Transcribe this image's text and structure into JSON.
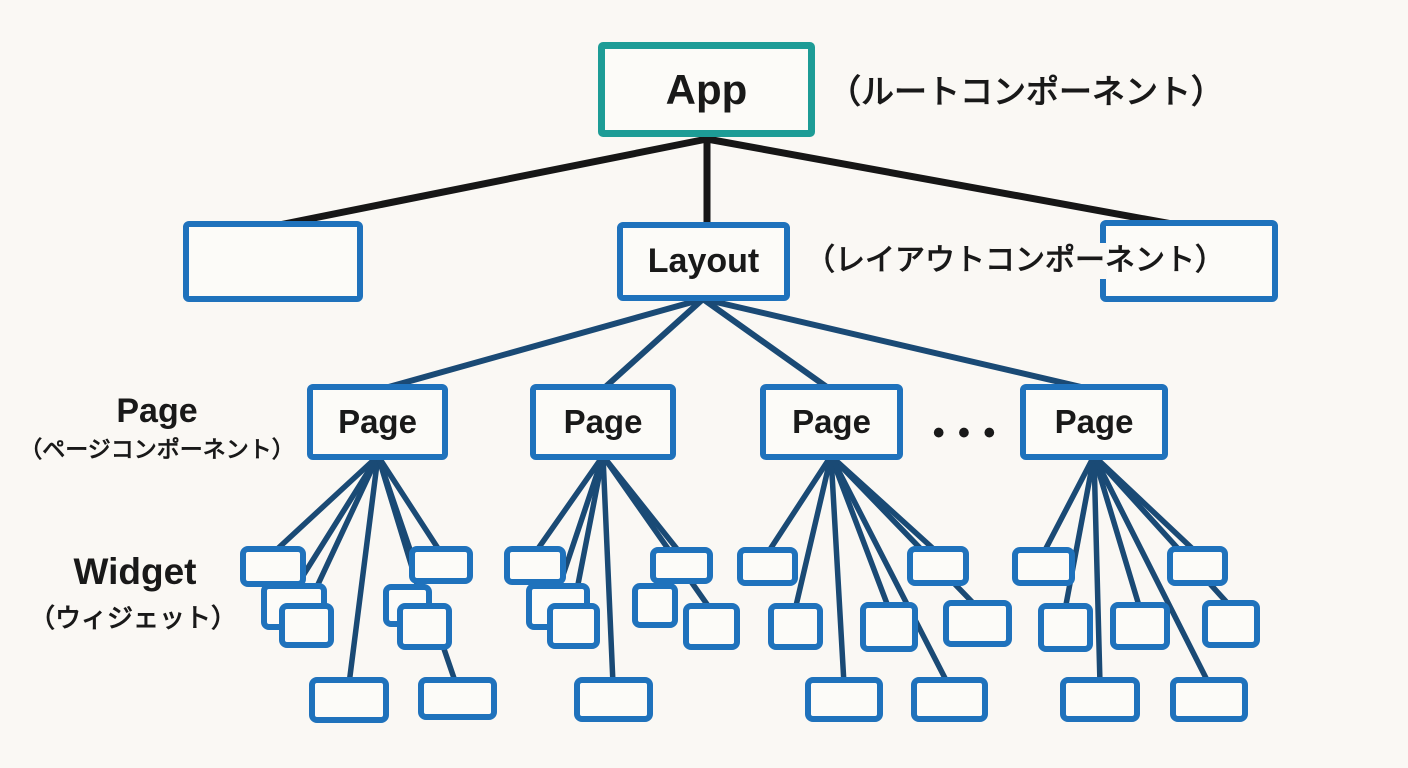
{
  "colors": {
    "background": "#faf8f4",
    "teal_accent": "#1d9c96",
    "blue_accent": "#1f72bc",
    "navy_line": "#1a4a75",
    "black_line": "#161616",
    "text": "#191919"
  },
  "tree": {
    "root": {
      "label": "App",
      "annotation": "（ルートコンポーネント）"
    },
    "layout": {
      "label": "Layout",
      "annotation": "（レイアウトコンポーネント）"
    },
    "pages": [
      "Page",
      "Page",
      "Page",
      "Page"
    ],
    "ellipsis": "• • •"
  },
  "captions": {
    "page": {
      "title": "Page",
      "subtitle": "（ページコンポーネント）"
    },
    "widget": {
      "title": "Widget",
      "subtitle": "（ウィジェット）"
    }
  }
}
